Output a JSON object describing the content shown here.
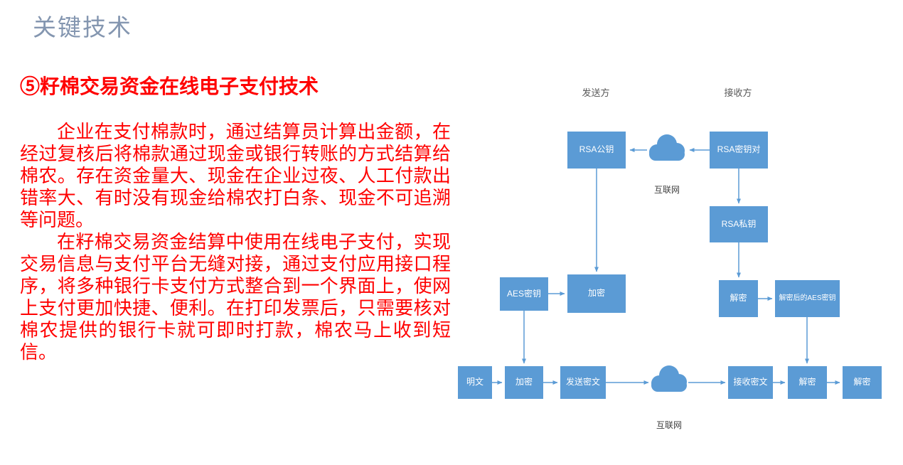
{
  "slide": {
    "title": "关键技术",
    "heading": "⑤籽棉交易资金在线电子支付技术",
    "paragraphs": [
      "企业在支付棉款时，通过结算员计算出金额，在经过复核后将棉款通过现金或银行转账的方式结算给棉农。存在资金量大、现金在企业过夜、人工付款出错率大、有时没有现金给棉农打白条、现金不可追溯等问题。",
      "在籽棉交易资金结算中使用在线电子支付，实现交易信息与支付平台无缝对接，通过支付应用接口程序，将多种银行卡支付方式整合到一个界面上，使网上支付更加快捷、便利。在打印发票后，只需要核对棉农提供的银行卡就可即时打款，棉农马上收到短信。"
    ]
  },
  "diagram": {
    "sender_label": "发送方",
    "receiver_label": "接收方",
    "internet_label_top": "互联网",
    "internet_label_bottom": "互联网",
    "nodes": {
      "rsa_public_key": "RSA公钥",
      "rsa_key_pair": "RSA密钥对",
      "rsa_private_key": "RSA私钥",
      "aes_key": "AES密钥",
      "encrypt_aes": "加密",
      "decrypt_rsa": "解密",
      "decrypted_aes_key": "解密后的AES密钥",
      "plaintext": "明文",
      "encrypt_data": "加密",
      "send_ciphertext": "发送密文",
      "receive_ciphertext": "接收密文",
      "decrypt_data": "解密",
      "decrypt_result": "解密"
    },
    "colors": {
      "box_fill": "#5b9bd5",
      "arrow": "#5b9bd5",
      "title": "#8496b0",
      "body_text": "#ff0000"
    }
  }
}
